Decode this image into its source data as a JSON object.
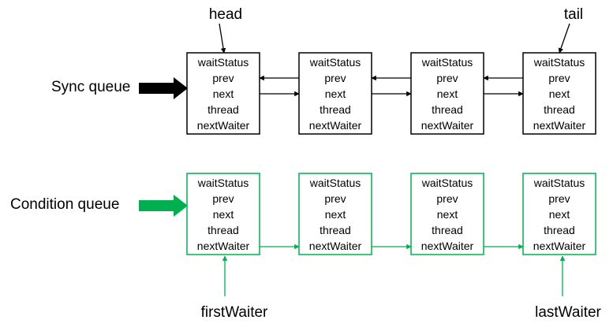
{
  "node_fields": [
    "waitStatus",
    "prev",
    "next",
    "thread",
    "nextWaiter"
  ],
  "sync_queue": {
    "label": "Sync queue",
    "head_label": "head",
    "tail_label": "tail",
    "color": "#000000",
    "node_count": 4
  },
  "condition_queue": {
    "label": "Condition queue",
    "first_label": "firstWaiter",
    "last_label": "lastWaiter",
    "color": "#00b050",
    "node_count": 4
  }
}
